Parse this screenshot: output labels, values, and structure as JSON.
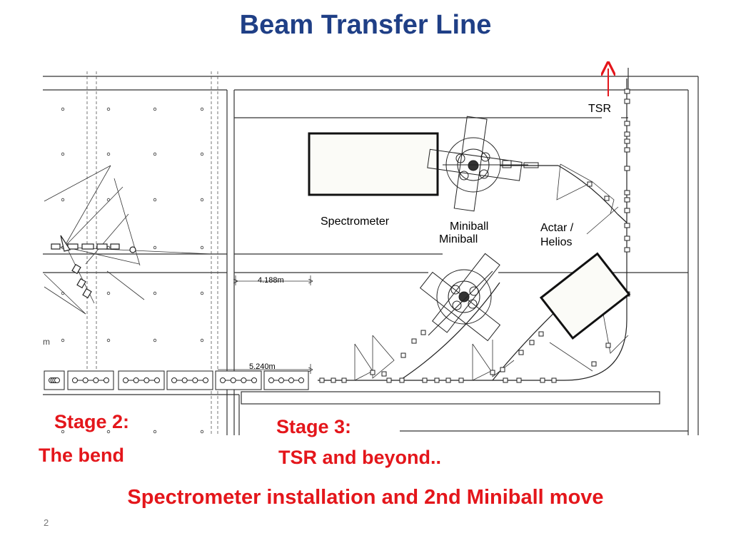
{
  "title": "Beam Transfer Line",
  "labels": {
    "tsr": "TSR",
    "spectrometer": "Spectrometer",
    "miniball_1": "Miniball",
    "miniball_2": "Miniball",
    "actar_helios": "Actar /\nHelios",
    "dim_4188": "4.188m",
    "dim_5240": "5.240m",
    "margin_m": "m"
  },
  "stages": {
    "stage2_title": "Stage 2:",
    "stage2_desc": "The bend",
    "stage3_title": "Stage 3:",
    "stage3_desc": "TSR and beyond.."
  },
  "subtitle": "Spectrometer installation and 2nd Miniball move",
  "page_number": "2",
  "colors": {
    "title": "#1f3f86",
    "annotation_red": "#e4161b",
    "arrow_red": "#e4161b",
    "drawing": "#222222"
  }
}
